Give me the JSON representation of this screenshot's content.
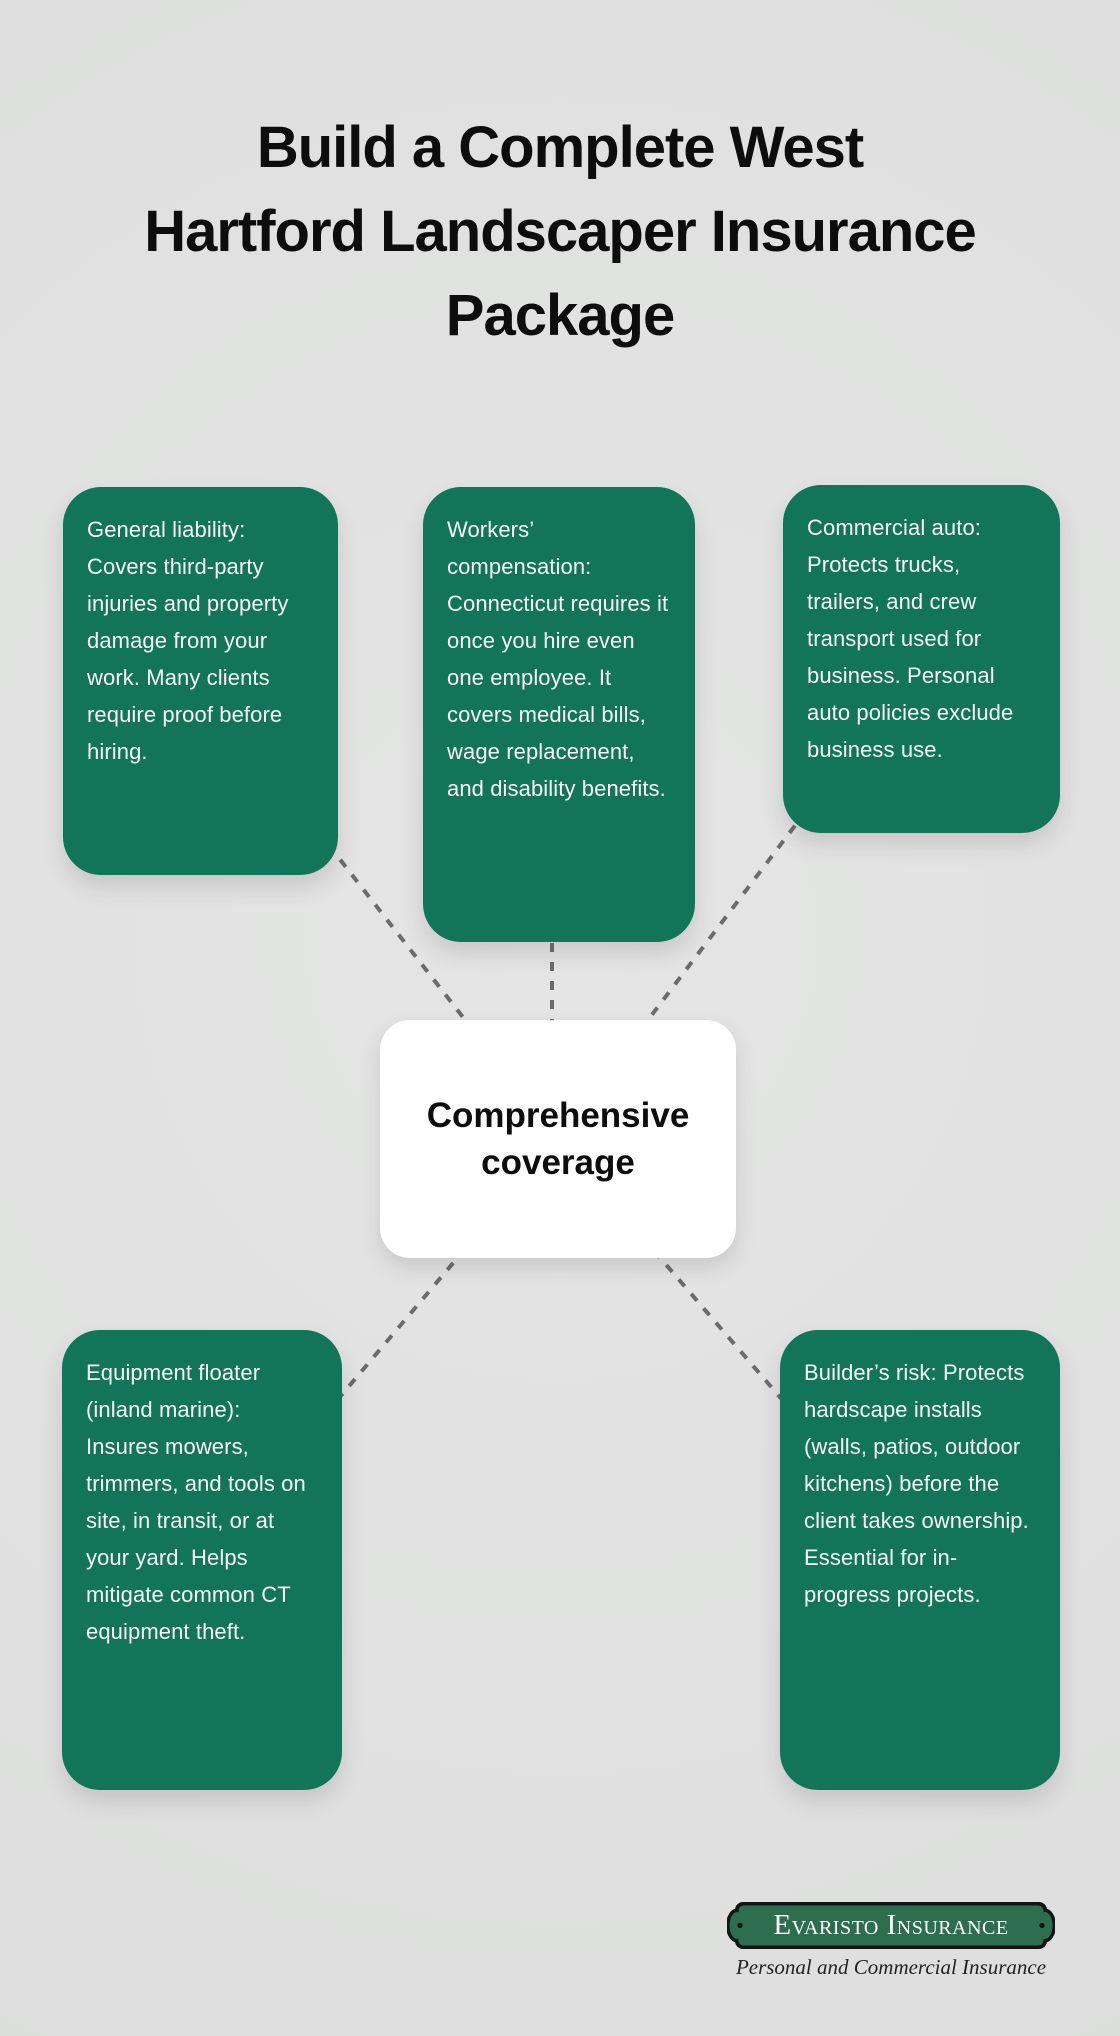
{
  "title": {
    "full": "Build a Complete West Hartford Landscaper Insurance Package",
    "lines": [
      "Build a Complete West",
      "Hartford Landscaper Insurance",
      "Package"
    ]
  },
  "central_node": {
    "label": "Comprehensive coverage"
  },
  "coverage_nodes": [
    {
      "name": "general-liability",
      "text": "General liability: Covers third-party injuries and property damage from your work. Many clients require proof before hiring."
    },
    {
      "name": "workers-compensation",
      "text": "Workers’ compensation: Connecticut requires it once you hire even one employee. It covers medical bills, wage replacement, and disability benefits."
    },
    {
      "name": "commercial-auto",
      "text": "Commercial auto: Protects trucks, trailers, and crew transport used for business. Personal auto policies exclude business use."
    },
    {
      "name": "equipment-floater",
      "text": "Equipment floater (inland marine): Insures mowers, trimmers, and tools on site, in transit, or at your yard. Helps mitigate common CT equipment theft."
    },
    {
      "name": "builders-risk",
      "text": "Builder’s risk: Protects hardscape installs (walls, patios, outdoor kitchens) before the client takes ownership. Essential for in-progress projects."
    }
  ],
  "logo": {
    "wordmark": "Evaristo Insurance",
    "tagline": "Personal and Commercial Insurance"
  },
  "colors": {
    "background": "#DFE0DF",
    "node_green": "#127458",
    "logo_green": "#2D6E4F",
    "connector_gray": "#6B6B6B",
    "text_on_green": "#F7F8F7",
    "title_black": "#0D0D0D"
  }
}
